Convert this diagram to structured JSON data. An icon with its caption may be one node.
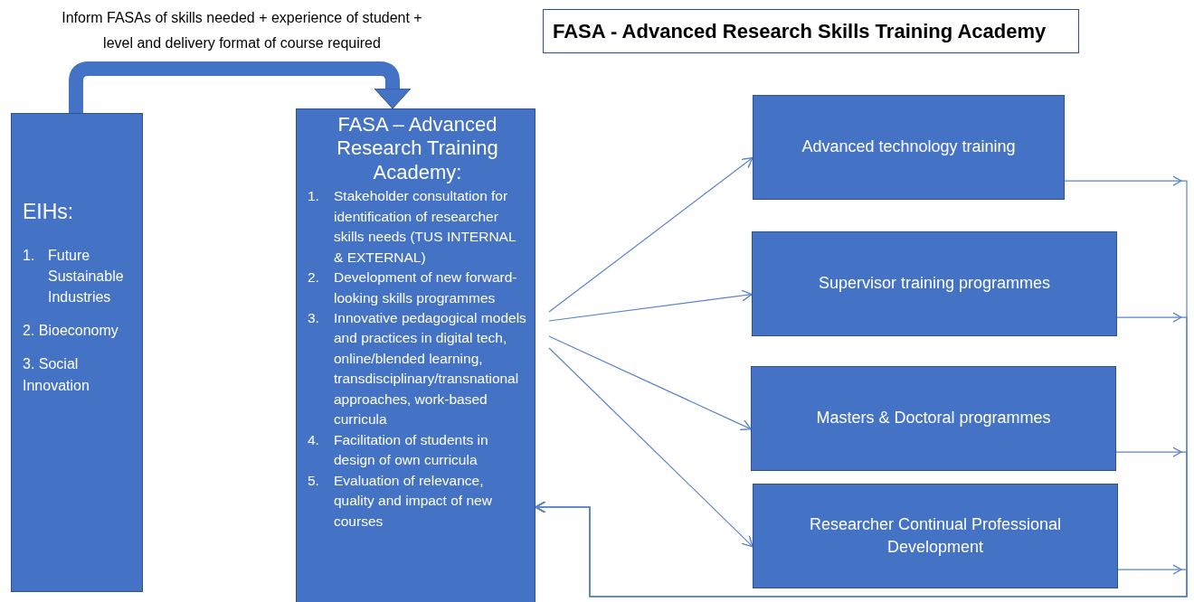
{
  "diagram": {
    "title": "FASA - Advanced Research Skills Training Academy",
    "nodes": [
      {
        "text": [
          "EIHs:",
          "1. Future Sustainable Industries",
          "2. Bioeconomy",
          "3. Social Innovation"
        ]
      },
      {
        "text": [
          "FASA – Advanced Research Training Academy:",
          "1. Stakeholder consultation for identification of researcher skills needs (TUS INTERNAL & EXTERNAL)",
          "2. Development of new forward-looking skills programmes",
          "3. Innovative pedagogical models and practices in digital tech, online/blended learning, transdisciplinary/transnational approaches, work-based curricula",
          "4. Facilitation of students in design of own curricula",
          "5. Evaluation of relevance, quality and impact of new courses"
        ]
      },
      {
        "text": [
          "Advanced technology training"
        ]
      },
      {
        "text": [
          "Supervisor training programmes"
        ]
      },
      {
        "text": [
          "Masters & Doctoral programmes"
        ]
      },
      {
        "text": [
          "Researcher Continual Professional Development"
        ]
      }
    ],
    "edges": [
      {
        "from": 0,
        "to": 1,
        "arrow": "to",
        "style": "thick",
        "label": "Inform FASAs of skills needed + experience of student + level and delivery format of course required"
      },
      {
        "from": 1,
        "to": 2,
        "arrow": "to"
      },
      {
        "from": 1,
        "to": 3,
        "arrow": "to"
      },
      {
        "from": 1,
        "to": 4,
        "arrow": "to"
      },
      {
        "from": 1,
        "to": 5,
        "arrow": "to"
      },
      {
        "from": 2,
        "to": 1,
        "arrow": "to"
      },
      {
        "from": 3,
        "to": 1,
        "arrow": "to"
      },
      {
        "from": 4,
        "to": 1,
        "arrow": "to"
      },
      {
        "from": 5,
        "to": 1,
        "arrow": "to"
      }
    ]
  }
}
